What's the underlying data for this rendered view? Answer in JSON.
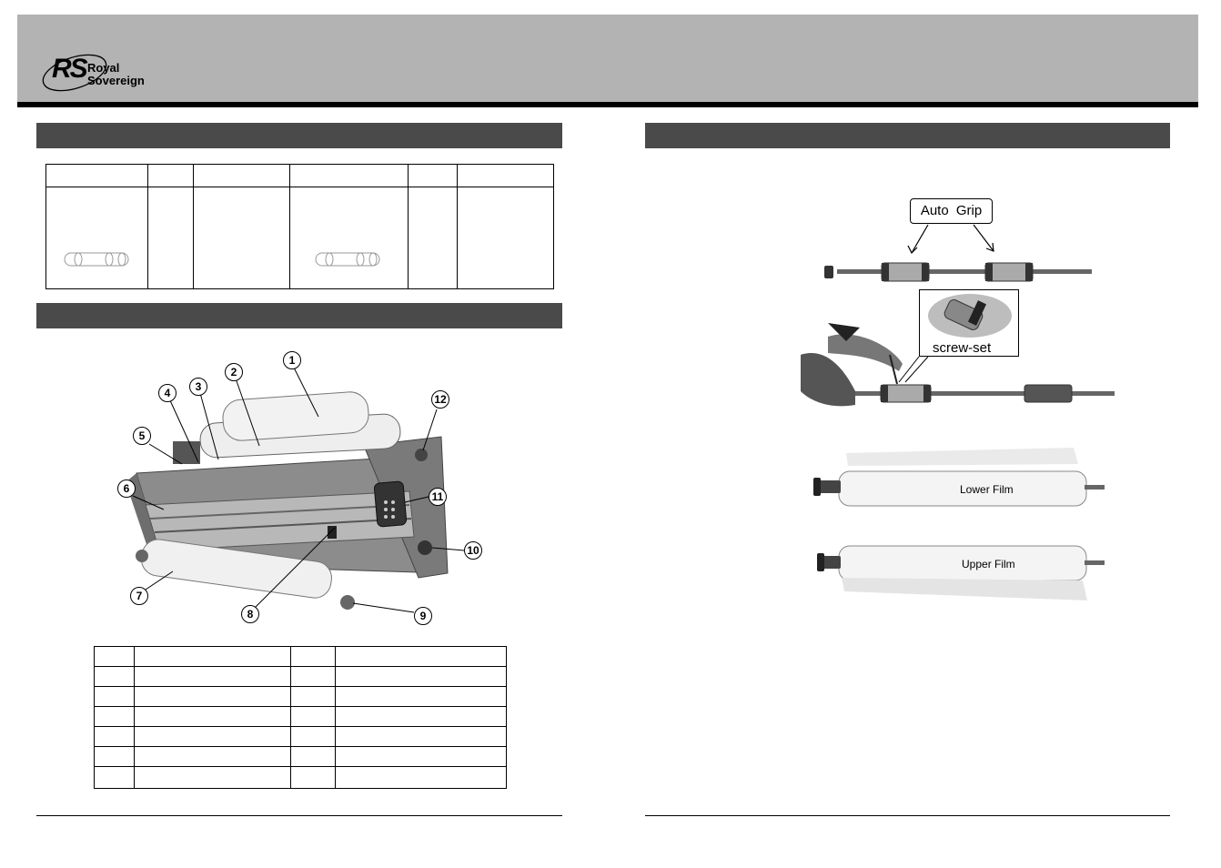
{
  "header": {
    "logo": {
      "mark": "RS",
      "line1": "Royal",
      "line2": "Sovereign",
      "icon": "royal-sovereign-logo"
    }
  },
  "left_page": {
    "spec_table": {
      "columns": 6,
      "rows": 2,
      "roll_icon": "film-roll-outline-icon"
    },
    "machine_photo": {
      "callouts": [
        "1",
        "2",
        "3",
        "4",
        "5",
        "6",
        "7",
        "8",
        "9",
        "10",
        "11",
        "12"
      ]
    },
    "parts_table": {
      "rows": 7,
      "columns": 4
    }
  },
  "right_page": {
    "shaft_photo": {
      "auto_grip_label": "Auto  Grip",
      "screw_set_label": "screw-set",
      "lower_film_label": "Lower Film",
      "upper_film_label": "Upper Film"
    }
  }
}
